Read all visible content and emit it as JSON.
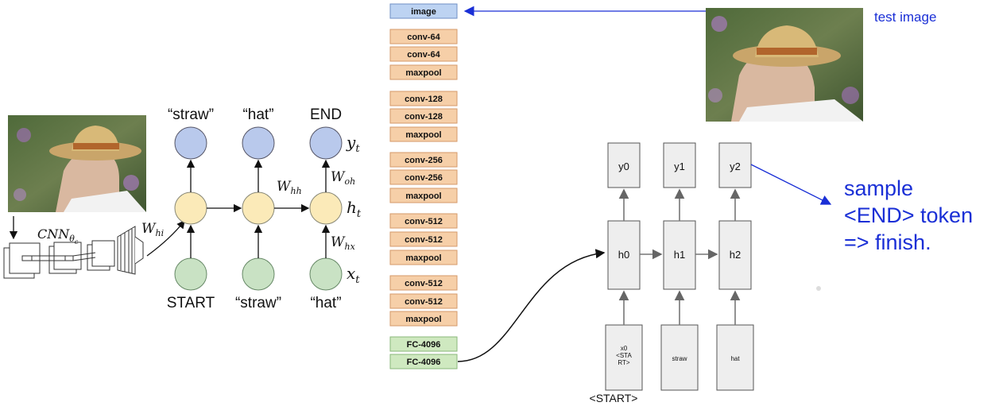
{
  "left_diagram": {
    "output_words": [
      "“straw”",
      "“hat”",
      "END"
    ],
    "input_words": [
      "START",
      "“straw”",
      "“hat”"
    ],
    "y_label": "y",
    "y_sub": "t",
    "h_label": "h",
    "h_sub": "t",
    "x_label": "x",
    "x_sub": "t",
    "W_hh": "W",
    "W_hh_sub": "hh",
    "W_oh": "W",
    "W_oh_sub": "oh",
    "W_hx": "W",
    "W_hx_sub": "hx",
    "W_hi": "W",
    "W_hi_sub": "hi",
    "cnn_label": "CNN",
    "cnn_sub": "θ",
    "cnn_subsub": "c"
  },
  "vgg_layers": [
    {
      "label": "image",
      "kind": "input"
    },
    {
      "label": "conv-64",
      "kind": "conv"
    },
    {
      "label": "conv-64",
      "kind": "conv"
    },
    {
      "label": "maxpool",
      "kind": "conv"
    },
    {
      "label": "conv-128",
      "kind": "conv"
    },
    {
      "label": "conv-128",
      "kind": "conv"
    },
    {
      "label": "maxpool",
      "kind": "conv"
    },
    {
      "label": "conv-256",
      "kind": "conv"
    },
    {
      "label": "conv-256",
      "kind": "conv"
    },
    {
      "label": "maxpool",
      "kind": "conv"
    },
    {
      "label": "conv-512",
      "kind": "conv"
    },
    {
      "label": "conv-512",
      "kind": "conv"
    },
    {
      "label": "maxpool",
      "kind": "conv"
    },
    {
      "label": "conv-512",
      "kind": "conv"
    },
    {
      "label": "conv-512",
      "kind": "conv"
    },
    {
      "label": "maxpool",
      "kind": "conv"
    },
    {
      "label": "FC-4096",
      "kind": "fc"
    },
    {
      "label": "FC-4096",
      "kind": "fc"
    }
  ],
  "right_diagram": {
    "test_image_label": "test image",
    "outputs": [
      "y0",
      "y1",
      "y2"
    ],
    "hiddens": [
      "h0",
      "h1",
      "h2"
    ],
    "inputs": [
      "x0\n<STA\nRT>",
      "straw",
      "hat"
    ],
    "start_caption": "<START>",
    "note_lines": [
      "sample",
      "<END> token",
      "=> finish."
    ]
  },
  "colors": {
    "output_node": "#b9c9ec",
    "hidden_node": "#fbeab8",
    "input_node": "#c9e2c4",
    "vgg_input": "#bdd3f2",
    "vgg_conv": "#f6cfa8",
    "vgg_fc": "#cfe9c0",
    "note_blue": "#1a2fd6"
  }
}
